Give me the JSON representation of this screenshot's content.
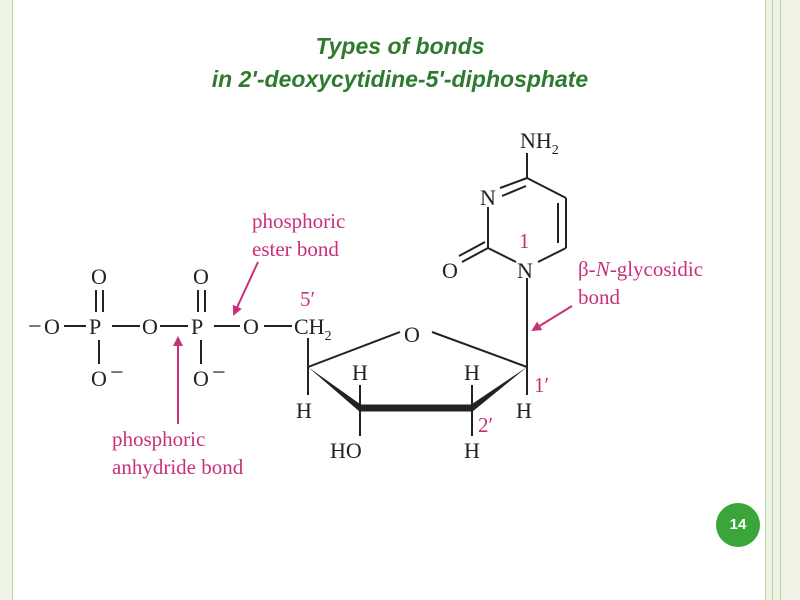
{
  "slide": {
    "title_line1": "Types of bonds",
    "title_line2": "in 2'-deoxycytidine-5'-diphosphate",
    "page_number": "14"
  },
  "colors": {
    "title": "#2e7a2e",
    "annotation": "#c8307a",
    "badge": "#3aa63a",
    "frame": "#b7d3a3"
  },
  "molecule": {
    "atoms": {
      "nh2": "NH",
      "nh2_sub": "2",
      "n3": "N",
      "n1": "N",
      "n1_locant": "1",
      "carbonyl_o": "O",
      "ring_o": "O",
      "ch2": "CH",
      "ch2_sub": "2",
      "c5_locant": "5′",
      "c1_locant": "1′",
      "c2_locant": "2′",
      "h_c4": "H",
      "h_c3": "H",
      "h_c2_up": "H",
      "h_c1": "H",
      "h_c2_down": "H",
      "ho": "HO",
      "phosphate": {
        "o_minus_left": "O",
        "p1": "P",
        "o_bridge1": "O",
        "p2": "P",
        "o_bridge2": "O",
        "o_top1": "O",
        "o_top2": "O",
        "o_bottom1": "O",
        "o_bottom2": "O",
        "minus": "−",
        "minus_left": "−"
      }
    },
    "annotations": {
      "ester_line1": "phosphoric",
      "ester_line2": "ester bond",
      "anhydride_line1": "phosphoric",
      "anhydride_line2": "anhydride bond",
      "glyco_prefix": "β-",
      "glyco_n": "N",
      "glyco_suffix": "-glycosidic",
      "glyco_line2": "bond"
    }
  }
}
